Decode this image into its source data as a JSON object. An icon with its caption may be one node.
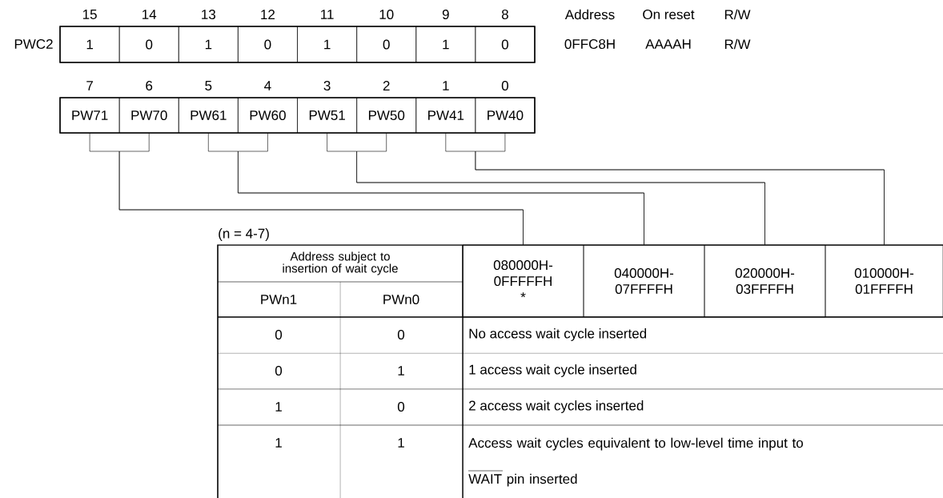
{
  "diagram": {
    "nodes": [
      {
        "text": [
          "1"
        ],
        "beside": [
          "15"
        ]
      },
      {
        "text": [
          "0"
        ],
        "beside": [
          "14"
        ]
      },
      {
        "text": [
          "1"
        ],
        "beside": [
          "13"
        ]
      },
      {
        "text": [
          "0"
        ],
        "beside": [
          "12"
        ]
      },
      {
        "text": [
          "1"
        ],
        "beside": [
          "11"
        ]
      },
      {
        "text": [
          "0"
        ],
        "beside": [
          "10"
        ]
      },
      {
        "text": [
          "1"
        ],
        "beside": [
          "9"
        ]
      },
      {
        "text": [
          "0"
        ],
        "beside": [
          "8"
        ]
      },
      {
        "text": [
          "PW71"
        ],
        "beside": [
          "7"
        ]
      },
      {
        "text": [
          "PW70"
        ],
        "beside": [
          "6"
        ]
      },
      {
        "text": [
          "PW61"
        ],
        "beside": [
          "5"
        ]
      },
      {
        "text": [
          "PW60"
        ],
        "beside": [
          "4"
        ]
      },
      {
        "text": [
          "PW51"
        ],
        "beside": [
          "3"
        ]
      },
      {
        "text": [
          "PW50"
        ],
        "beside": [
          "2"
        ]
      },
      {
        "text": [
          "PW41"
        ],
        "beside": [
          "1"
        ]
      },
      {
        "text": [
          "PW40"
        ],
        "beside": [
          "0"
        ]
      },
      {
        "text": [
          "080000H- 0FFFFFH",
          "*"
        ]
      },
      {
        "text": [
          "040000H- 07FFFFH"
        ]
      },
      {
        "text": [
          "020000H- 03FFFFH"
        ]
      },
      {
        "text": [
          "010000H- 01FFFFH"
        ]
      }
    ],
    "edges": [
      {
        "from": 8,
        "to": 16,
        "arrow": "none"
      },
      {
        "from": 9,
        "to": 16,
        "arrow": "none"
      },
      {
        "from": 10,
        "to": 17,
        "arrow": "none"
      },
      {
        "from": 11,
        "to": 17,
        "arrow": "none"
      },
      {
        "from": 12,
        "to": 18,
        "arrow": "none"
      },
      {
        "from": 13,
        "to": 18,
        "arrow": "none"
      },
      {
        "from": 14,
        "to": 19,
        "arrow": "none"
      },
      {
        "from": 15,
        "to": 19,
        "arrow": "none"
      }
    ],
    "labels": [
      "Address",
      "On reset",
      "R/W",
      "PWC2",
      "0FFC8H",
      "AAAAH",
      "R/W",
      "(n = 4-7)",
      "Address subject to insertion of wait cycle",
      "PWn1",
      "PWn0",
      "0",
      "0",
      "No access wait cycle inserted",
      "0",
      "1",
      "1 access wait cycle inserted",
      "1",
      "0",
      "2 access wait cycles inserted",
      "1",
      "1",
      "Access wait cycles equivalent to low-level time input to WAIT pin inserted"
    ]
  }
}
